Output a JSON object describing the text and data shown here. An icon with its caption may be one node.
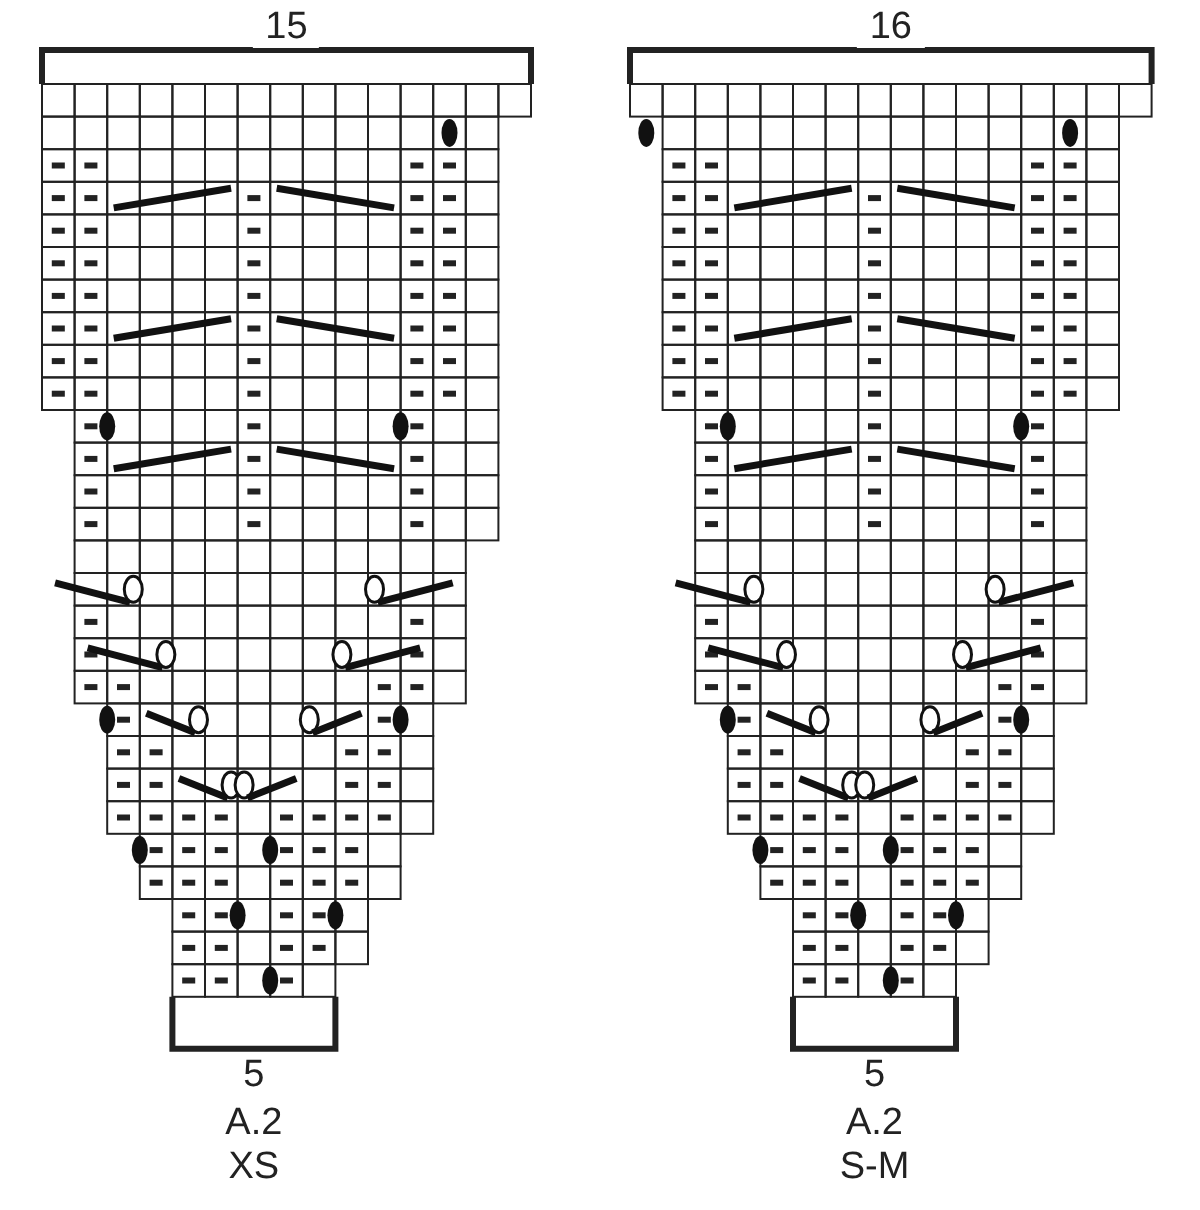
{
  "diagram": {
    "labels": [
      "15",
      "16",
      "5",
      "5",
      "A.2",
      "A.2",
      "XS",
      "S-M"
    ]
  }
}
